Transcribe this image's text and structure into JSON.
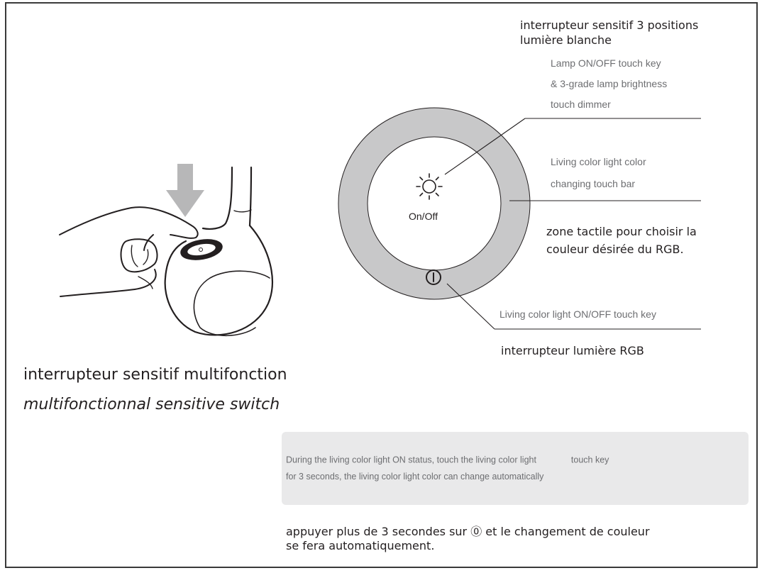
{
  "top_label_fr": {
    "line1": "interrupteur sensitif 3 positions",
    "line2": "lumière blanche"
  },
  "lamp_key_label_en": {
    "line1": "Lamp ON/OFF touch key",
    "line2": "& 3-grade lamp brightness",
    "line3": "touch dimmer"
  },
  "color_bar_label_en": {
    "line1": "Living color light color",
    "line2": "changing touch bar"
  },
  "color_zone_label_fr": {
    "line1": "zone tactile pour choisir la",
    "line2": "couleur désirée du RGB."
  },
  "dial_center_text": "On/Off",
  "rgb_key_label_en": "Living color light ON/OFF touch key",
  "rgb_key_label_fr": "interrupteur  lumière RGB",
  "main_caption_fr": "interrupteur sensitif multifonction",
  "main_caption_en": "multifonctionnal sensitive switch",
  "note_en": {
    "line1_before_icon": "During the living color light ON status, touch the living color light",
    "line1_after_icon": "touch key",
    "line2": "for 3 seconds, the living color light color can change automatically"
  },
  "note_fr": {
    "line1": "appuyer plus de 3 secondes sur ⓪ et le changement de couleur",
    "line2": "se fera automatiquement."
  },
  "icons": [
    "sun-icon",
    "power-icon",
    "down-arrow-icon",
    "hand-icon",
    "lamp-icon"
  ],
  "colors": {
    "ring_fill": "#c8c8c9",
    "note_bg": "#e9e9ea",
    "leader_line": "#231f20",
    "arrow": "#b7b7b8"
  }
}
